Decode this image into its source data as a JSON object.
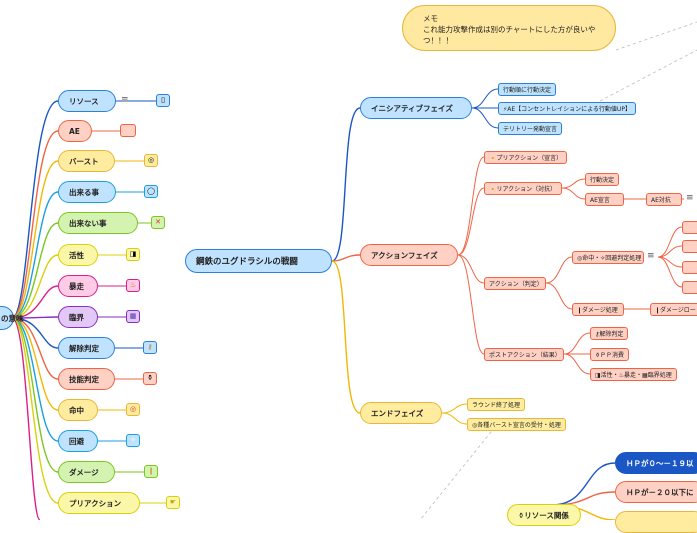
{
  "memo": {
    "title": "メモ",
    "body": "これ能力攻撃作成は別のチャートにした方が良いやつ！！！"
  },
  "root": {
    "label": "鋼鉄のユグドラシルの戦闘"
  },
  "left": {
    "hub": "の意味",
    "items": [
      {
        "label": "リソース",
        "icon": "≡",
        "icon2": "▯"
      },
      {
        "label": "AE",
        "icon": ""
      },
      {
        "label": "バースト",
        "icon": "◎"
      },
      {
        "label": "出来る事",
        "icon": "◯"
      },
      {
        "label": "出来ない事",
        "icon": "✕"
      },
      {
        "label": "活性",
        "icon": "◨"
      },
      {
        "label": "暴走",
        "icon": "♨"
      },
      {
        "label": "臨界",
        "icon": "▦"
      },
      {
        "label": "解除判定",
        "icon": "⚷"
      },
      {
        "label": "技能判定",
        "icon": "⚱"
      },
      {
        "label": "命中",
        "icon": "◎"
      },
      {
        "label": "回避",
        "icon": "✧"
      },
      {
        "label": "ダメージ",
        "icon": "❙"
      },
      {
        "label": "プリアクション",
        "icon": "☛"
      }
    ]
  },
  "phases": {
    "initiative": {
      "label": "イニシアティブフェイズ",
      "children": [
        "行動順に行動決定",
        "⚡AE【コンセントレイションによる行動値UP】",
        "テリトリー発動宣言"
      ]
    },
    "action": {
      "label": "アクションフェイズ",
      "pre": "🔸プリアクション（宣言）",
      "reaction": "🔸リアクション（対抗）",
      "reaction_children": [
        "行動決定",
        "AE宣言"
      ],
      "ae_taikou": "AE対抗",
      "act": "アクション（判定）",
      "hit": "◎命中・✧回避判定処理",
      "dmg": "❙ダメージ処理",
      "dmg2": "❙ダメージロー",
      "post": "ポストアクション（結果）",
      "post_children": [
        "⚷解除判定",
        "⚱ＰＰ消費",
        "◨活性・♨暴走・▦臨界処理"
      ]
    },
    "end": {
      "label": "エンドフェイズ",
      "children": [
        "ラウンド終了処理",
        "◎各種バースト宣言の受付・処理"
      ]
    }
  },
  "resource": {
    "label": "⚱リソース関係",
    "children": [
      "ＨＰが０～－１９以",
      "ＨＰが－２０以下に"
    ]
  }
}
